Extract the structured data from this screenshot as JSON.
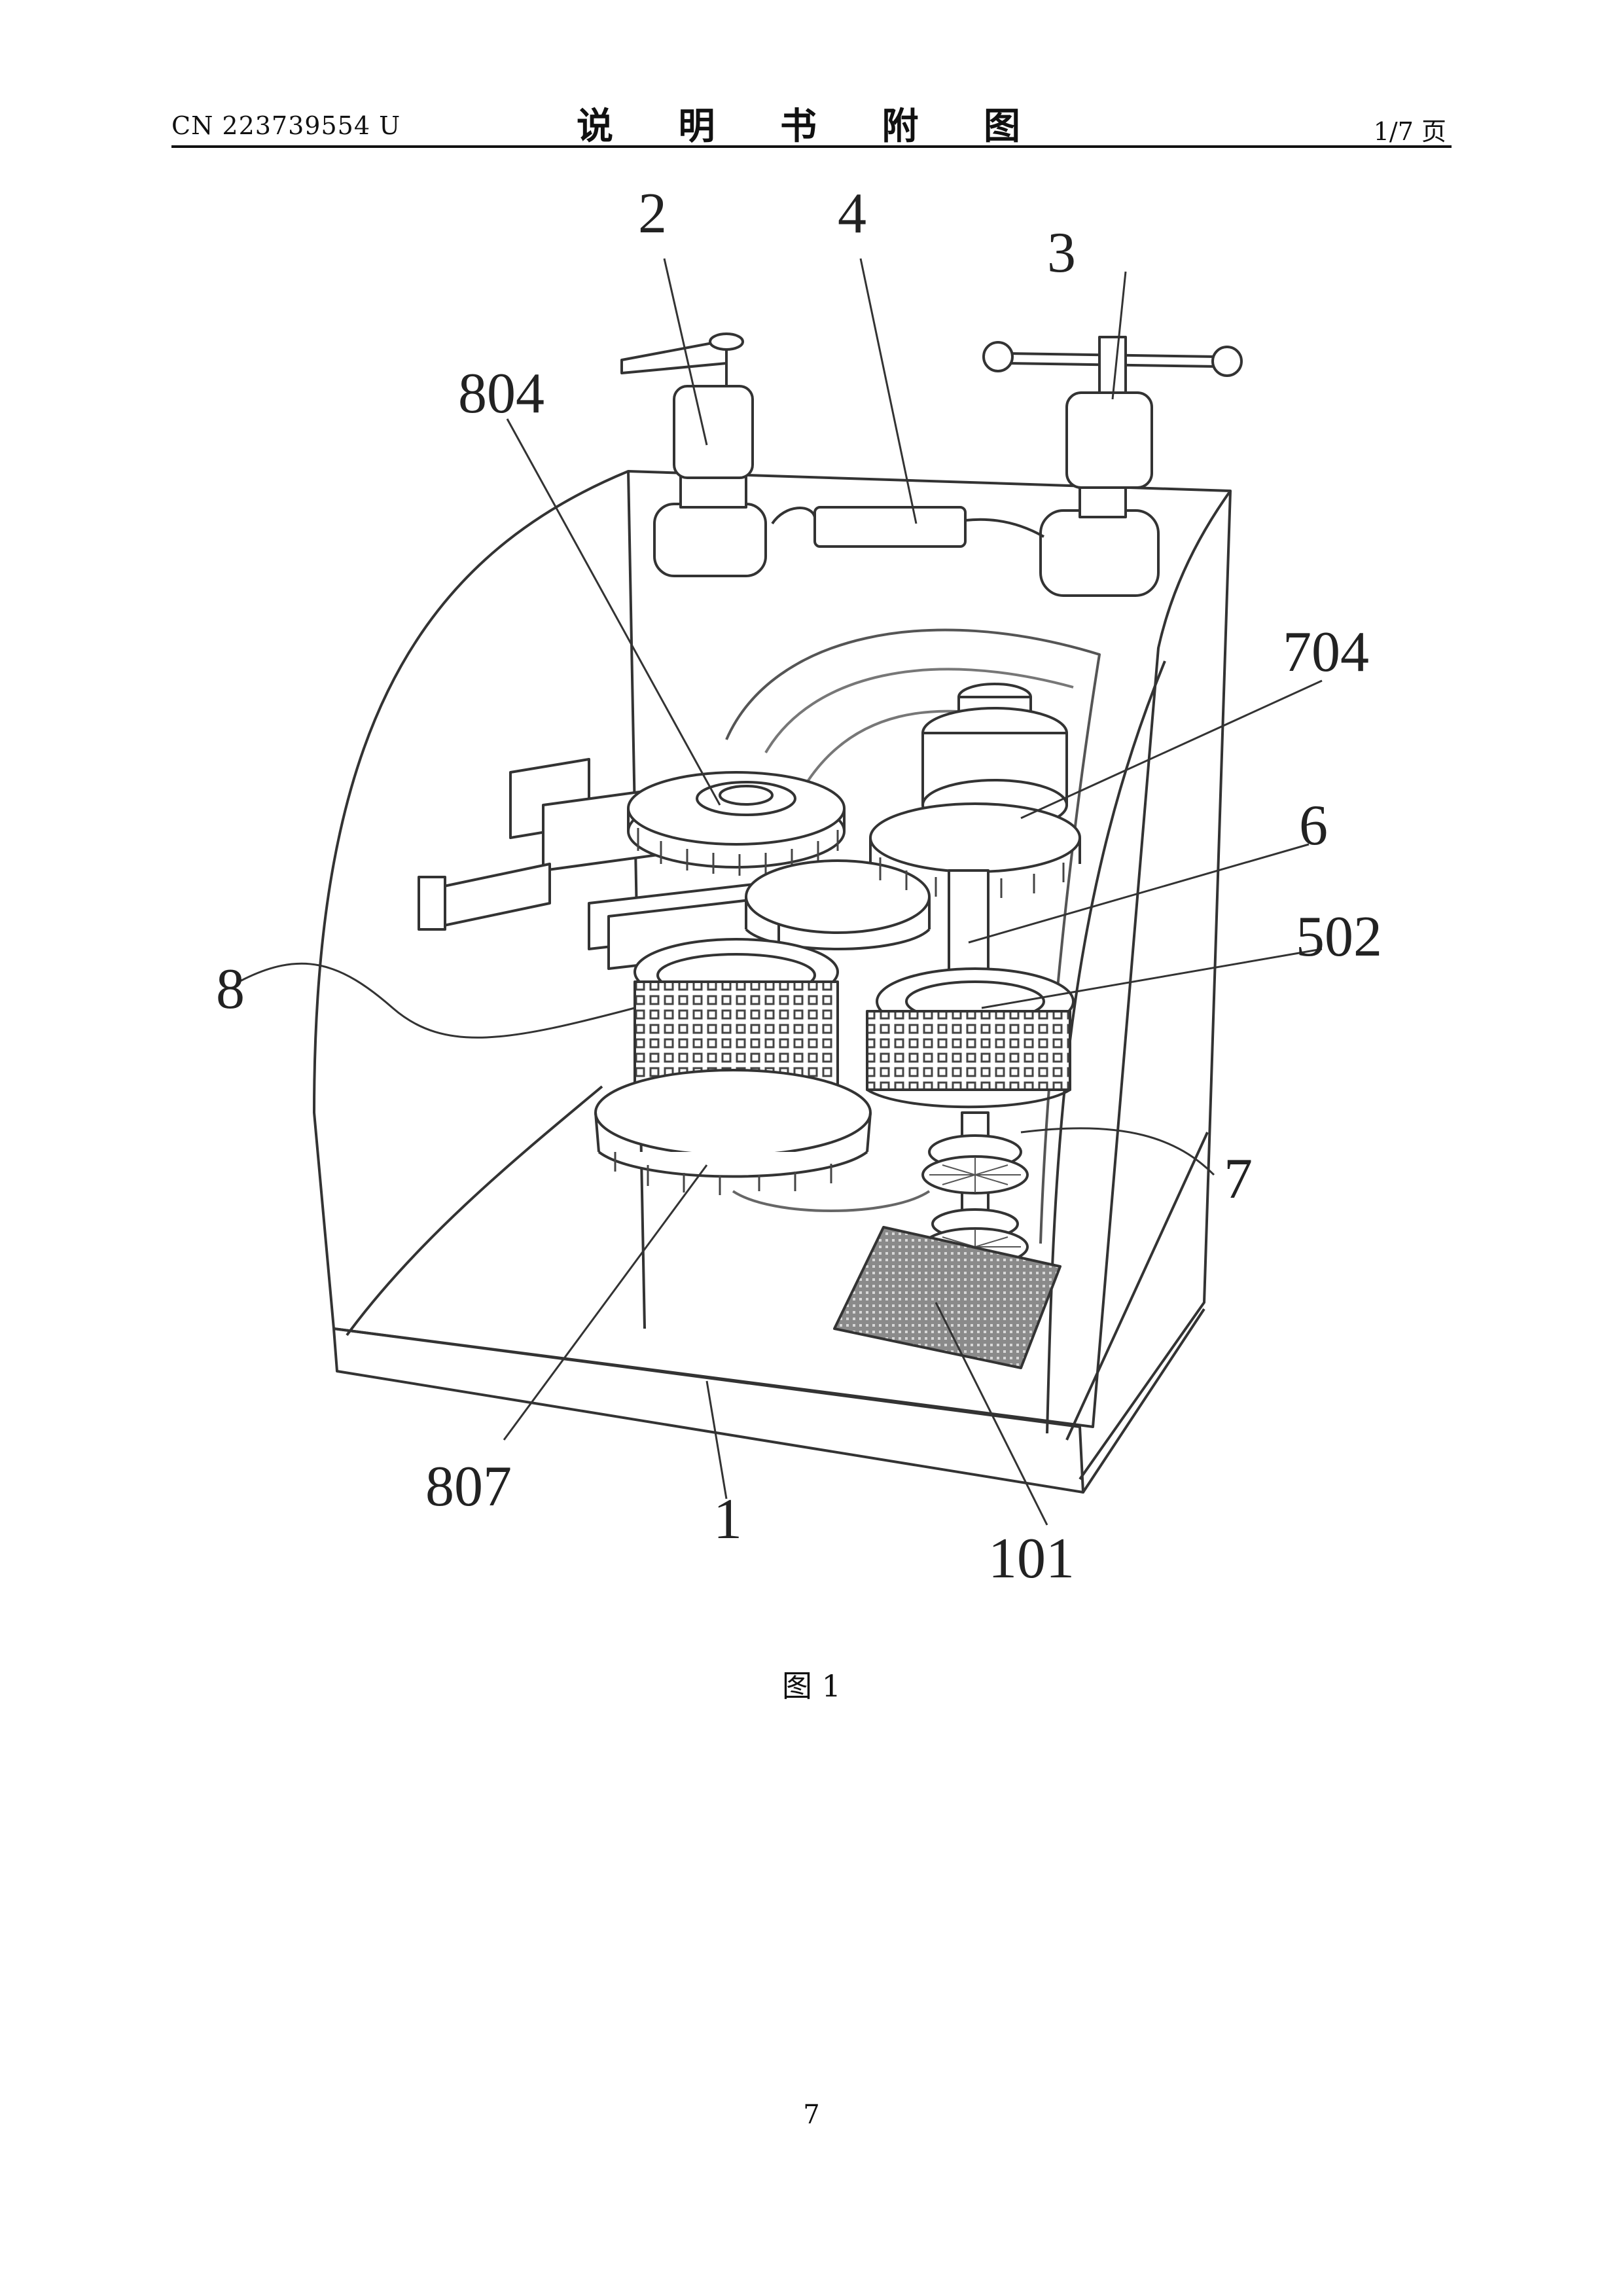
{
  "header": {
    "patent_number": "CN 223739554 U",
    "section_title": "说 明 书 附 图",
    "page_of_total": "1/7 页"
  },
  "figure": {
    "labels": {
      "l1": "1",
      "l2": "2",
      "l3": "3",
      "l4": "4",
      "l6": "6",
      "l7": "7",
      "l8": "8",
      "l101": "101",
      "l502": "502",
      "l704": "704",
      "l804": "804",
      "l807": "807"
    },
    "caption": "图 1"
  },
  "footer": {
    "page_number": "7"
  }
}
